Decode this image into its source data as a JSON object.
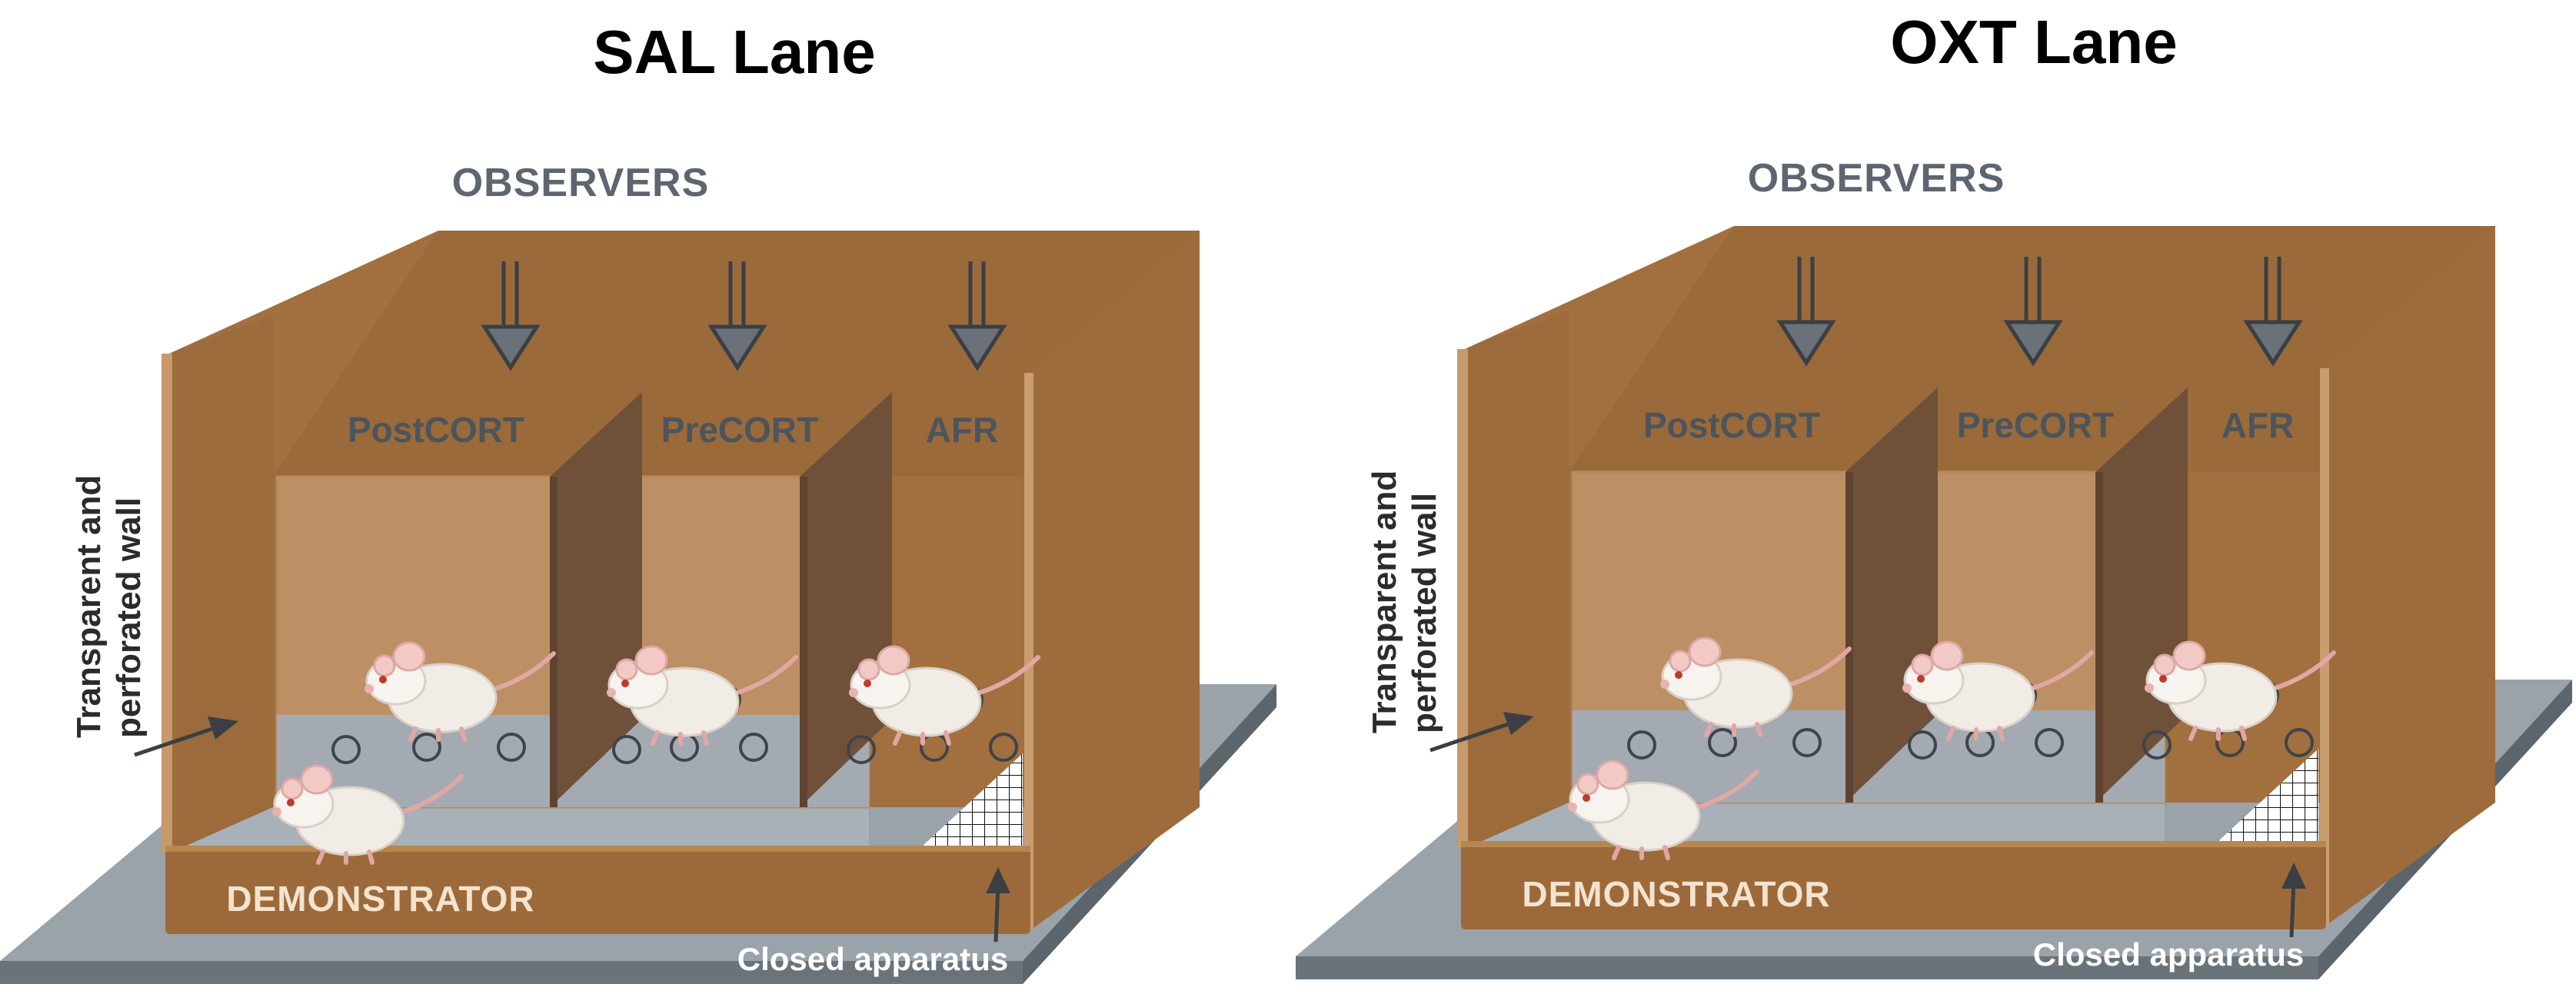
{
  "panels": [
    {
      "title": "SAL Lane",
      "observers": "OBSERVERS",
      "compartments": [
        "PostCORT",
        "PreCORT",
        "AFR"
      ],
      "side_label_line1": "Transparent and",
      "side_label_line2": "perforated wall",
      "demonstrator": "DEMONSTRATOR",
      "closed": "Closed apparatus"
    },
    {
      "title": "OXT Lane",
      "observers": "OBSERVERS",
      "compartments": [
        "PostCORT",
        "PreCORT",
        "AFR"
      ],
      "side_label_line1": "Transparent and",
      "side_label_line2": "perforated wall",
      "demonstrator": "DEMONSTRATOR",
      "closed": "Closed apparatus"
    }
  ],
  "colors": {
    "wall_brown": "#a26f3e",
    "wall_dark": "#8e5f33",
    "divider": "#6e5038",
    "floor_gray": "#a6adb5",
    "base_gray": "#7d858d",
    "title_text": "#000000",
    "observers_text": "#5d6670",
    "demonstrator_text": "#f3e3cf"
  },
  "icons": [
    "down-arrow-icon",
    "mouse-icon",
    "perforation-hole-icon",
    "grid-mesh-icon"
  ]
}
